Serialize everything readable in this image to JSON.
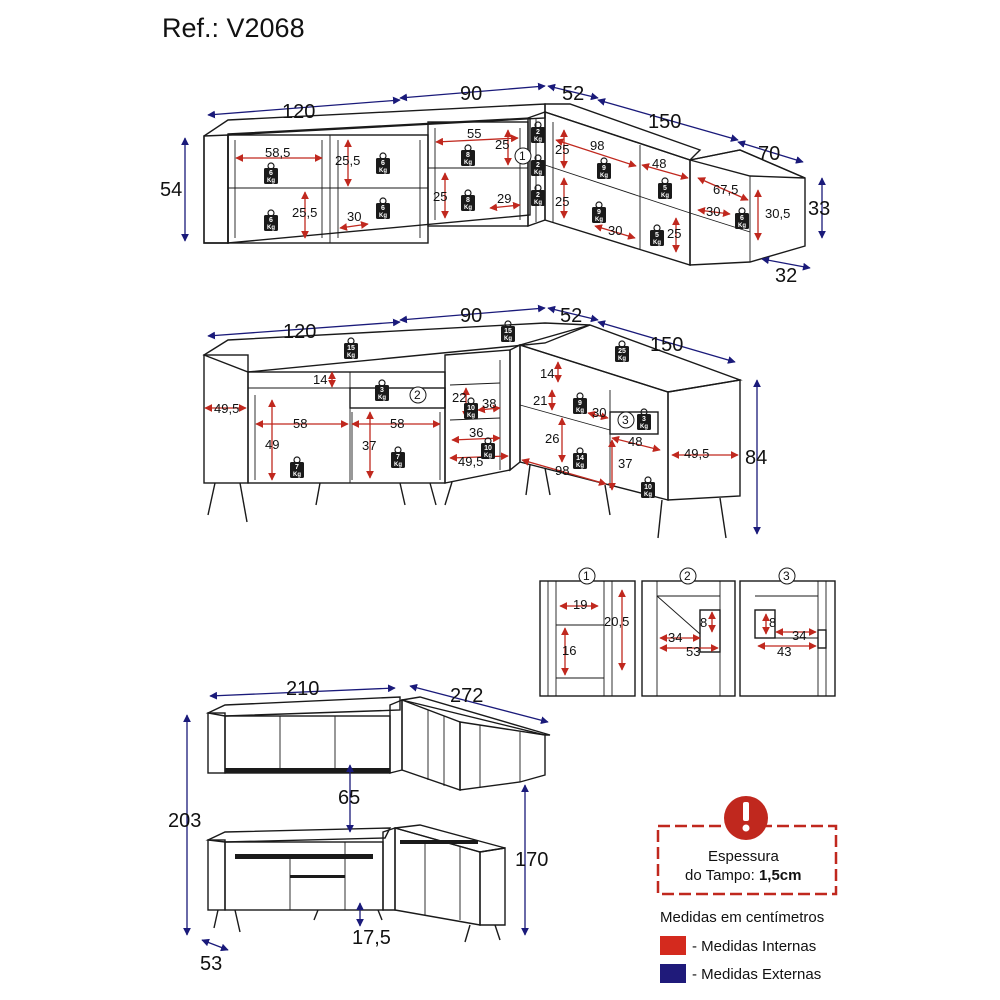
{
  "reference": "Ref.: V2068",
  "colors": {
    "internal": "#d42a1e",
    "external": "#1f1a7a",
    "outline": "#1a1a1a",
    "weight_badge": "#1a1a1a"
  },
  "upper_view": {
    "external_dims": [
      "120",
      "90",
      "52",
      "150",
      "70",
      "54",
      "33",
      "32"
    ],
    "internal_dims": [
      "58,5",
      "25,5",
      "25,5",
      "30",
      "55",
      "25",
      "25",
      "29",
      "25",
      "98",
      "48",
      "25",
      "30",
      "25",
      "67,5",
      "30",
      "30,5"
    ],
    "weights": [
      {
        "num": "6",
        "unit": "Kg"
      },
      {
        "num": "6",
        "unit": "Kg"
      },
      {
        "num": "6",
        "unit": "Kg"
      },
      {
        "num": "6",
        "unit": "Kg"
      },
      {
        "num": "8",
        "unit": "Kg"
      },
      {
        "num": "8",
        "unit": "Kg"
      },
      {
        "num": "2",
        "unit": "Kg"
      },
      {
        "num": "2",
        "unit": "Kg"
      },
      {
        "num": "2",
        "unit": "Kg"
      },
      {
        "num": "9",
        "unit": "Kg"
      },
      {
        "num": "9",
        "unit": "Kg"
      },
      {
        "num": "5",
        "unit": "Kg"
      },
      {
        "num": "5",
        "unit": "Kg"
      },
      {
        "num": "6",
        "unit": "Kg"
      }
    ],
    "callout": "1"
  },
  "lower_view": {
    "external_dims": [
      "120",
      "90",
      "52",
      "150",
      "84"
    ],
    "internal_dims": [
      "14",
      "49,5",
      "58",
      "49",
      "58",
      "37",
      "22",
      "38",
      "36",
      "49,5",
      "14",
      "21",
      "30",
      "26",
      "98",
      "48",
      "37",
      "49,5"
    ],
    "weights": [
      {
        "num": "15",
        "unit": "Kg"
      },
      {
        "num": "15",
        "unit": "Kg"
      },
      {
        "num": "25",
        "unit": "Kg"
      },
      {
        "num": "3",
        "unit": "Kg"
      },
      {
        "num": "10",
        "unit": "Kg"
      },
      {
        "num": "7",
        "unit": "Kg"
      },
      {
        "num": "7",
        "unit": "Kg"
      },
      {
        "num": "10",
        "unit": "Kg"
      },
      {
        "num": "9",
        "unit": "Kg"
      },
      {
        "num": "3",
        "unit": "Kg"
      },
      {
        "num": "14",
        "unit": "Kg"
      },
      {
        "num": "10",
        "unit": "Kg"
      }
    ],
    "callouts": [
      "2",
      "3"
    ]
  },
  "details": [
    {
      "id": "1",
      "dims": [
        "19",
        "20,5",
        "16"
      ]
    },
    {
      "id": "2",
      "dims": [
        "8",
        "34",
        "53"
      ]
    },
    {
      "id": "3",
      "dims": [
        "8",
        "34",
        "43"
      ]
    }
  ],
  "assembly": {
    "dims": [
      "210",
      "272",
      "203",
      "65",
      "170",
      "17,5",
      "53"
    ]
  },
  "note": {
    "line1": "Espessura",
    "line2_prefix": "do Tampo: ",
    "line2_value": "1,5cm"
  },
  "legend": {
    "title": "Medidas em centímetros",
    "items": [
      {
        "label": "- Medidas Internas",
        "color": "#d42a1e"
      },
      {
        "label": "- Medidas Externas",
        "color": "#1f1a7a"
      }
    ]
  }
}
